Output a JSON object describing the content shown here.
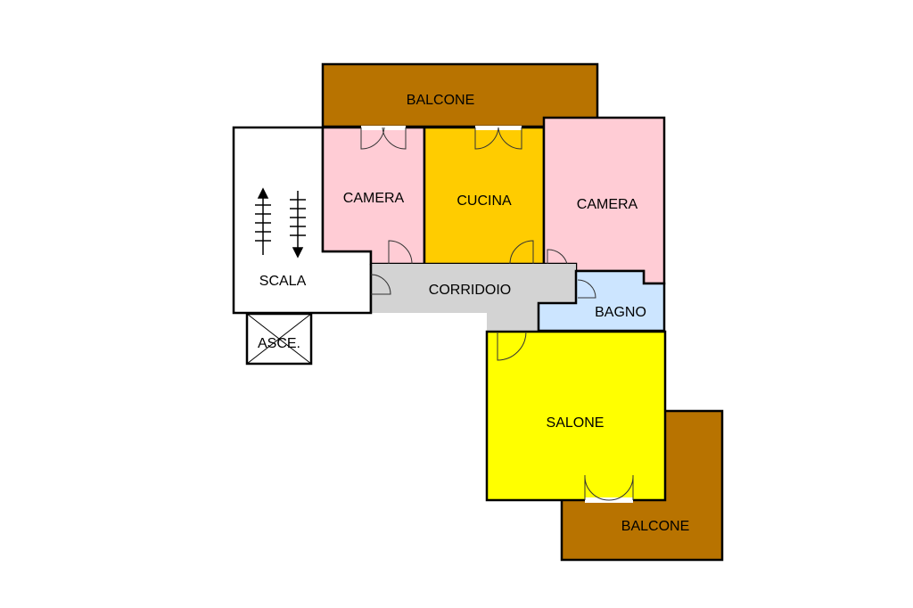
{
  "rooms": {
    "balcone_top": {
      "label": "BALCONE",
      "color": "#B87300"
    },
    "camera_left": {
      "label": "CAMERA",
      "color": "#FFCCD5"
    },
    "cucina": {
      "label": "CUCINA",
      "color": "#FFCC00"
    },
    "camera_right": {
      "label": "CAMERA",
      "color": "#FFCCD5"
    },
    "scala": {
      "label": "SCALA",
      "color": "#FFFFFF"
    },
    "corridoio": {
      "label": "CORRIDOIO",
      "color": "#D3D3D3"
    },
    "bagno": {
      "label": "BAGNO",
      "color": "#CCE5FF"
    },
    "ascensore": {
      "label": "ASCE."
    },
    "salone": {
      "label": "SALONE",
      "color": "#FFFF00"
    },
    "balcone_bottom": {
      "label": "BALCONE",
      "color": "#B87300"
    }
  }
}
